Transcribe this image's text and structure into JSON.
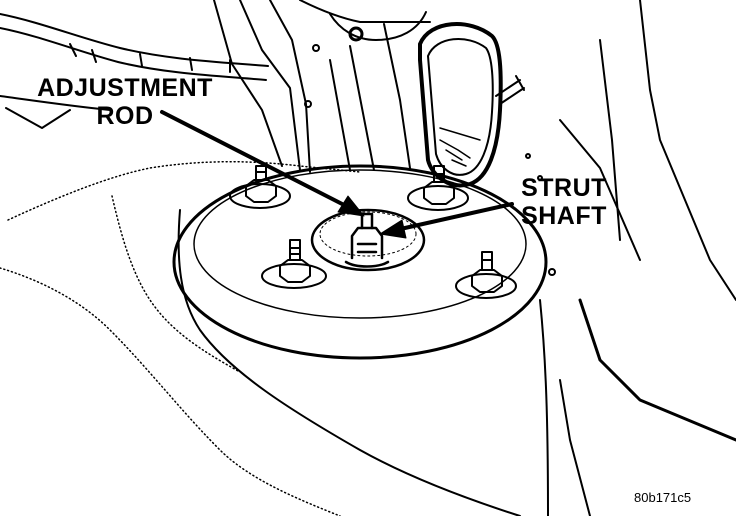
{
  "callouts": {
    "adjustment_rod": {
      "line1": "ADJUSTMENT",
      "line2": "ROD"
    },
    "strut_shaft": {
      "line1": "STRUT",
      "line2": "SHAFT"
    }
  },
  "figure_code": "80b171c5",
  "colors": {
    "ink": "#000000",
    "paper": "#ffffff"
  }
}
